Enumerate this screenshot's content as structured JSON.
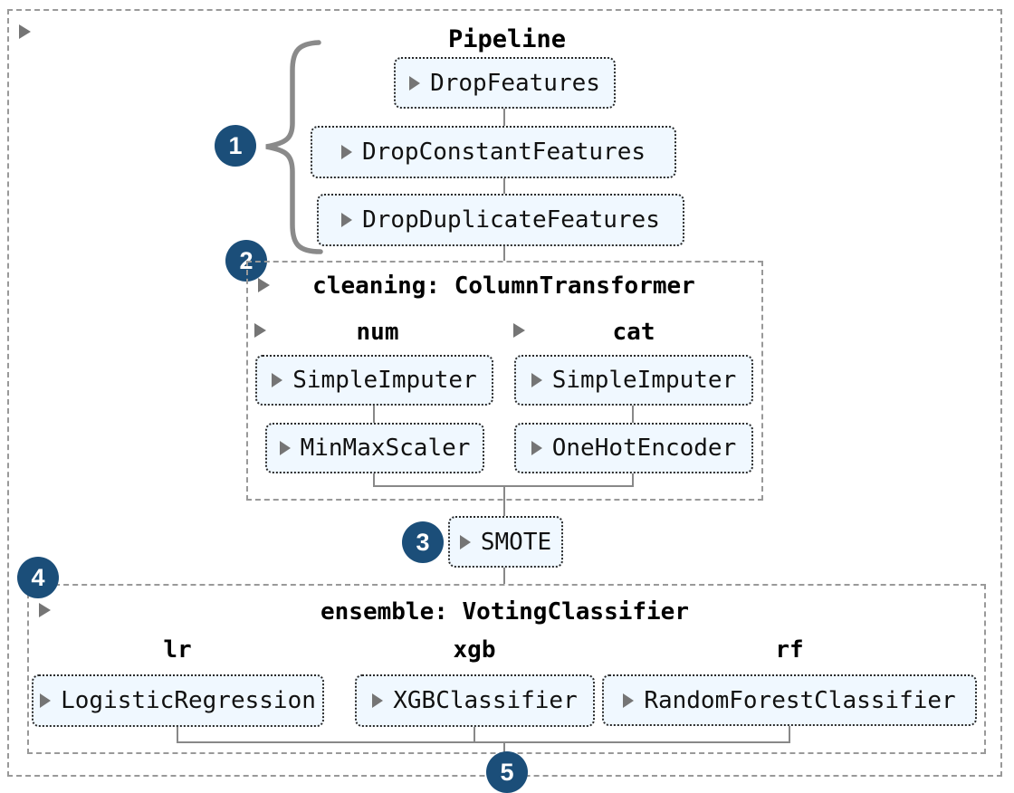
{
  "colors": {
    "badge": "#1b4e79",
    "box_bg": "#f0f8ff",
    "box_border": "#2a2a2a",
    "dashed_border": "#999999",
    "connector": "#888888",
    "arrow": "#757575",
    "text": "#111111"
  },
  "pipeline": {
    "title": "Pipeline",
    "steps": [
      "DropFeatures",
      "DropConstantFeatures",
      "DropDuplicateFeatures"
    ]
  },
  "column_transformer": {
    "title": "cleaning: ColumnTransformer",
    "columns": [
      {
        "name": "num",
        "steps": [
          "SimpleImputer",
          "MinMaxScaler"
        ]
      },
      {
        "name": "cat",
        "steps": [
          "SimpleImputer",
          "OneHotEncoder"
        ]
      }
    ]
  },
  "smote": {
    "label": "SMOTE"
  },
  "ensemble": {
    "title": "ensemble: VotingClassifier",
    "columns": [
      {
        "name": "lr",
        "estimator": "LogisticRegression"
      },
      {
        "name": "xgb",
        "estimator": "XGBClassifier"
      },
      {
        "name": "rf",
        "estimator": "RandomForestClassifier"
      }
    ]
  },
  "annotations": {
    "one": "1",
    "two": "2",
    "three": "3",
    "four": "4",
    "five": "5"
  }
}
